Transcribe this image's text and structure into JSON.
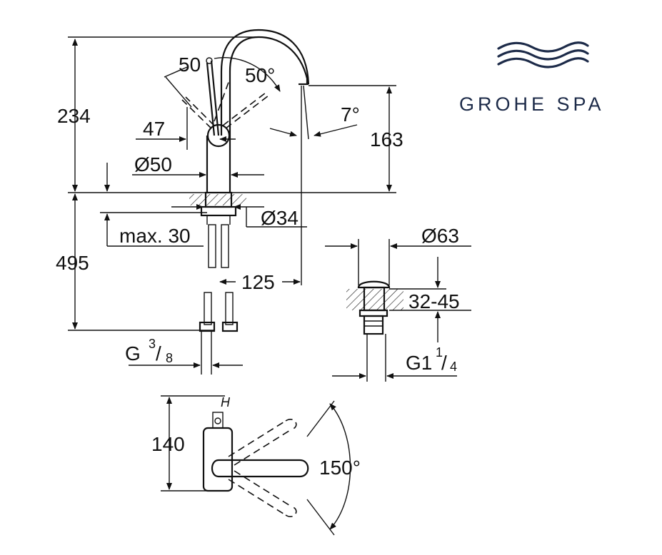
{
  "brand": {
    "logo_text": "GROHE SPA",
    "logo_icon": "waves-icon",
    "color": "#1c2a48"
  },
  "dimensions": {
    "height_total": "234",
    "height_spout": "163",
    "angle_handle_left": "50",
    "angle_handle_right": "50°",
    "angle_spout": "7°",
    "offset_47": "47",
    "diameter_body": "Ø50",
    "diameter_hole": "Ø34",
    "max_thickness": "max. 30",
    "hose_length": "495",
    "reach": "125",
    "thread_inlet_main": "G",
    "thread_inlet_num": "3",
    "thread_inlet_den": "8",
    "waste_diameter": "Ø63",
    "waste_thickness": "32-45",
    "waste_thread_main": "G1",
    "waste_thread_num": "1",
    "waste_thread_den": "4",
    "top_depth": "140",
    "swivel_angle": "150°",
    "hot_marker": "H"
  },
  "colors": {
    "line": "#111111",
    "logo": "#1c2a48"
  }
}
